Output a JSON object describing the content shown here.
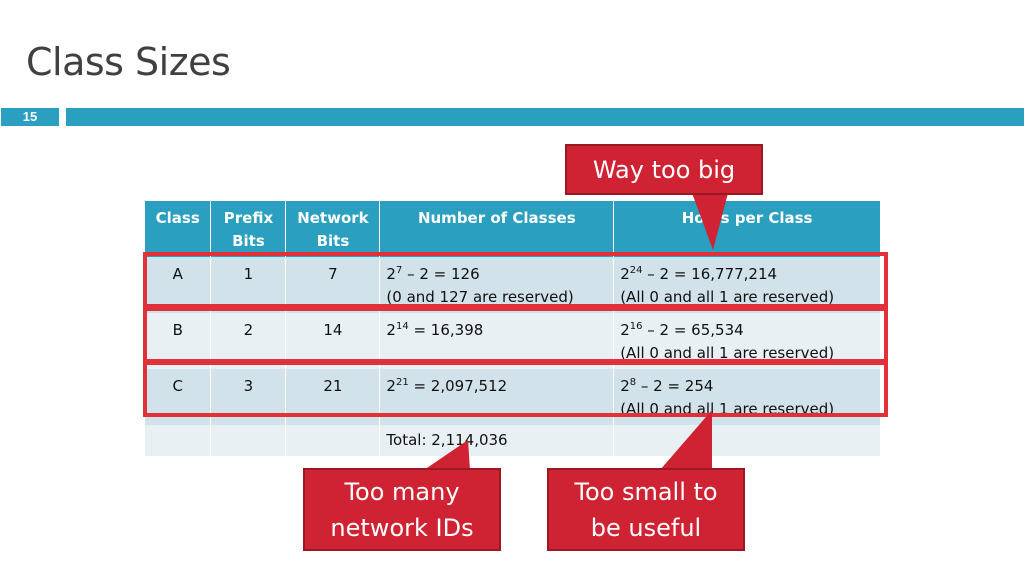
{
  "slide": {
    "title": "Class Sizes",
    "number": "15"
  },
  "table": {
    "headers": {
      "class": "Class",
      "prefix_1": "Prefix",
      "prefix_2": "Bits",
      "network_1": "Network",
      "network_2": "Bits",
      "num_classes": "Number of Classes",
      "hosts": "Hosts per Class"
    },
    "rows": [
      {
        "cls": "A",
        "prefix": "1",
        "network": "7",
        "num_base": "2",
        "num_exp": "7",
        "num_rest": " – 2 = 126",
        "num_note": "(0 and 127 are reserved)",
        "host_base": "2",
        "host_exp": "24",
        "host_rest": " – 2 = 16,777,214",
        "host_note": "(All 0 and all 1 are reserved)"
      },
      {
        "cls": "B",
        "prefix": "2",
        "network": "14",
        "num_base": "2",
        "num_exp": "14",
        "num_rest": " = 16,398",
        "num_note": "",
        "host_base": "2",
        "host_exp": "16",
        "host_rest": " – 2 = 65,534",
        "host_note": "(All 0 and all 1 are reserved)"
      },
      {
        "cls": "C",
        "prefix": "3",
        "network": "21",
        "num_base": "2",
        "num_exp": "21",
        "num_rest": " = 2,097,512",
        "num_note": "",
        "host_base": "2",
        "host_exp": "8",
        "host_rest": " – 2 = 254",
        "host_note": "(All 0 and all 1 are reserved)"
      }
    ],
    "total": "Total: 2,114,036"
  },
  "callouts": {
    "too_big": "Way too big",
    "too_many_1": "Too many",
    "too_many_2": "network IDs",
    "too_small_1": "Too small to",
    "too_small_2": "be useful"
  },
  "colors": {
    "accent": "#2a9fc0",
    "callout": "#cf2233",
    "highlight": "#e0303a"
  }
}
